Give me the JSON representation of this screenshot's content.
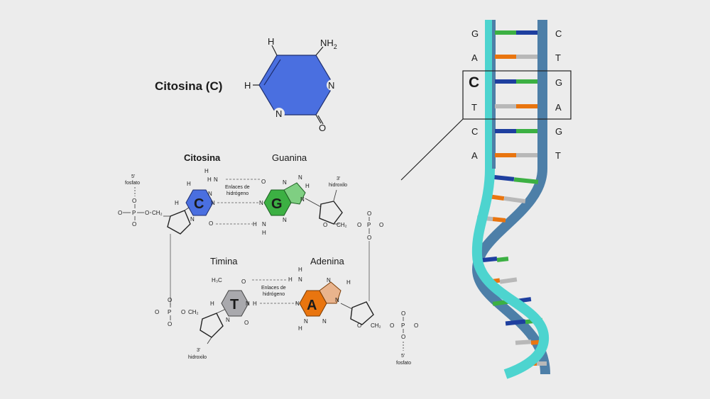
{
  "title": "Citosina (C)",
  "cytosine_atoms": {
    "h_top": "H",
    "nh2": "NH",
    "nh2_sub": "2",
    "h_left": "H",
    "n_right": "N",
    "n_bottom": "N",
    "o": "O"
  },
  "pair_top": {
    "left_name": "Citosina",
    "right_name": "Guanina",
    "left_letter": "C",
    "right_letter": "G",
    "bond_label_1": "Enlaces de",
    "bond_label_2": "hidrógeno",
    "fosfato_prime": "5'",
    "fosfato": "fosfato",
    "hidroxilo_prime": "3'",
    "hidroxilo": "hidroxilo"
  },
  "pair_bottom": {
    "left_name": "Timina",
    "right_name": "Adenina",
    "left_letter": "T",
    "right_letter": "A",
    "bond_label_1": "Enlaces de",
    "bond_label_2": "hidrógeno",
    "hidroxilo_prime": "3'",
    "hidroxilo": "hidroxilo",
    "fosfato_prime": "5'",
    "fosfato": "fosfato"
  },
  "atoms": {
    "H": "H",
    "N": "N",
    "O": "O",
    "P": "P",
    "CH2": "CH₂",
    "CH3": "H₃C",
    "NH": "N—H",
    "HN": "H—N"
  },
  "helix_pairs": [
    {
      "left": "G",
      "right": "C"
    },
    {
      "left": "A",
      "right": "T"
    },
    {
      "left": "C",
      "right": "G"
    },
    {
      "left": "T",
      "right": "A"
    },
    {
      "left": "C",
      "right": "G"
    },
    {
      "left": "A",
      "right": "T"
    }
  ],
  "colors": {
    "background": "#ececec",
    "cytosine": "#4a6fe0",
    "guanine": "#3cb043",
    "guanine_light": "#7fcf82",
    "thymine": "#a9a9ad",
    "adenine": "#e9750f",
    "adenine_light": "#e9b48d",
    "strand_teal": "#4dd4cf",
    "strand_blue": "#4d7fa8",
    "base_green": "#3cb043",
    "base_orange": "#e9750f",
    "base_navy": "#1e3f9f",
    "base_grey": "#b8b8b8"
  }
}
